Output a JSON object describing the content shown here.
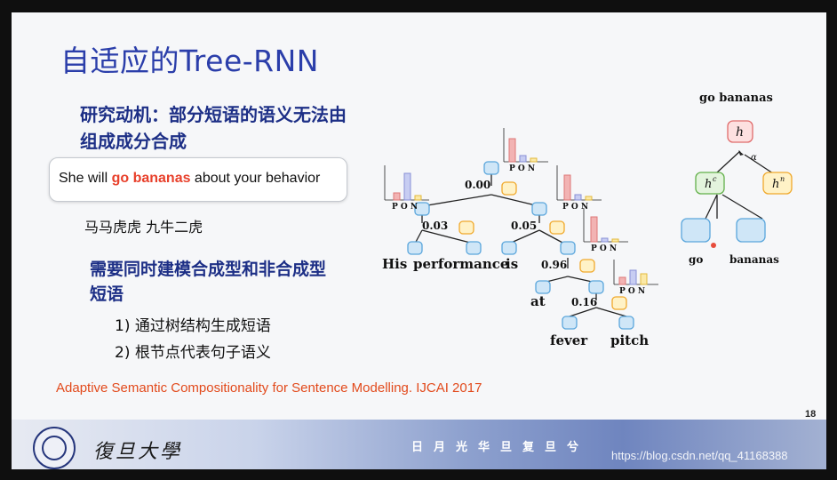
{
  "slide": {
    "title": "自适应的Tree-RNN",
    "motivation": "研究动机：部分短语的语义无法由组成成分合成",
    "example": {
      "before": "She will ",
      "highlight": "go bananas",
      "after": " about your behavior"
    },
    "chinese_example": "马马虎虎 九牛二虎",
    "need": "需要同时建模合成型和非合成型短语",
    "list": [
      "1)  通过树结构生成短语",
      "2)  根节点代表句子语义"
    ],
    "citation": "Adaptive Semantic Compositionality for Sentence Modelling. IJCAI 2017",
    "page_number": "18"
  },
  "tree_figure": {
    "weights": [
      "0.00",
      "0.03",
      "0.05",
      "0.96",
      "0.16"
    ],
    "words": [
      "His",
      "performance",
      "is",
      "at",
      "fever",
      "pitch"
    ],
    "bar_labels": "P O N"
  },
  "gate_figure": {
    "title": "go bananas",
    "h": "h",
    "hc": "h",
    "hc_sup": "c",
    "hn": "h",
    "hn_sup": "n",
    "alpha": "α",
    "left_word": "go",
    "right_word": "bananas"
  },
  "footer": {
    "university": "復旦大學",
    "motto": "日月光华旦复旦兮",
    "watermark": "https://blog.csdn.net/qq_41168388"
  },
  "colors": {
    "title": "#2b3eaa",
    "highlight": "#e8412c",
    "citation": "#e24a1c",
    "node_blue": "#cfe6f7",
    "node_yellow": "#fff2c7",
    "node_green": "#e3f4dd",
    "node_red": "#fde0e0"
  }
}
